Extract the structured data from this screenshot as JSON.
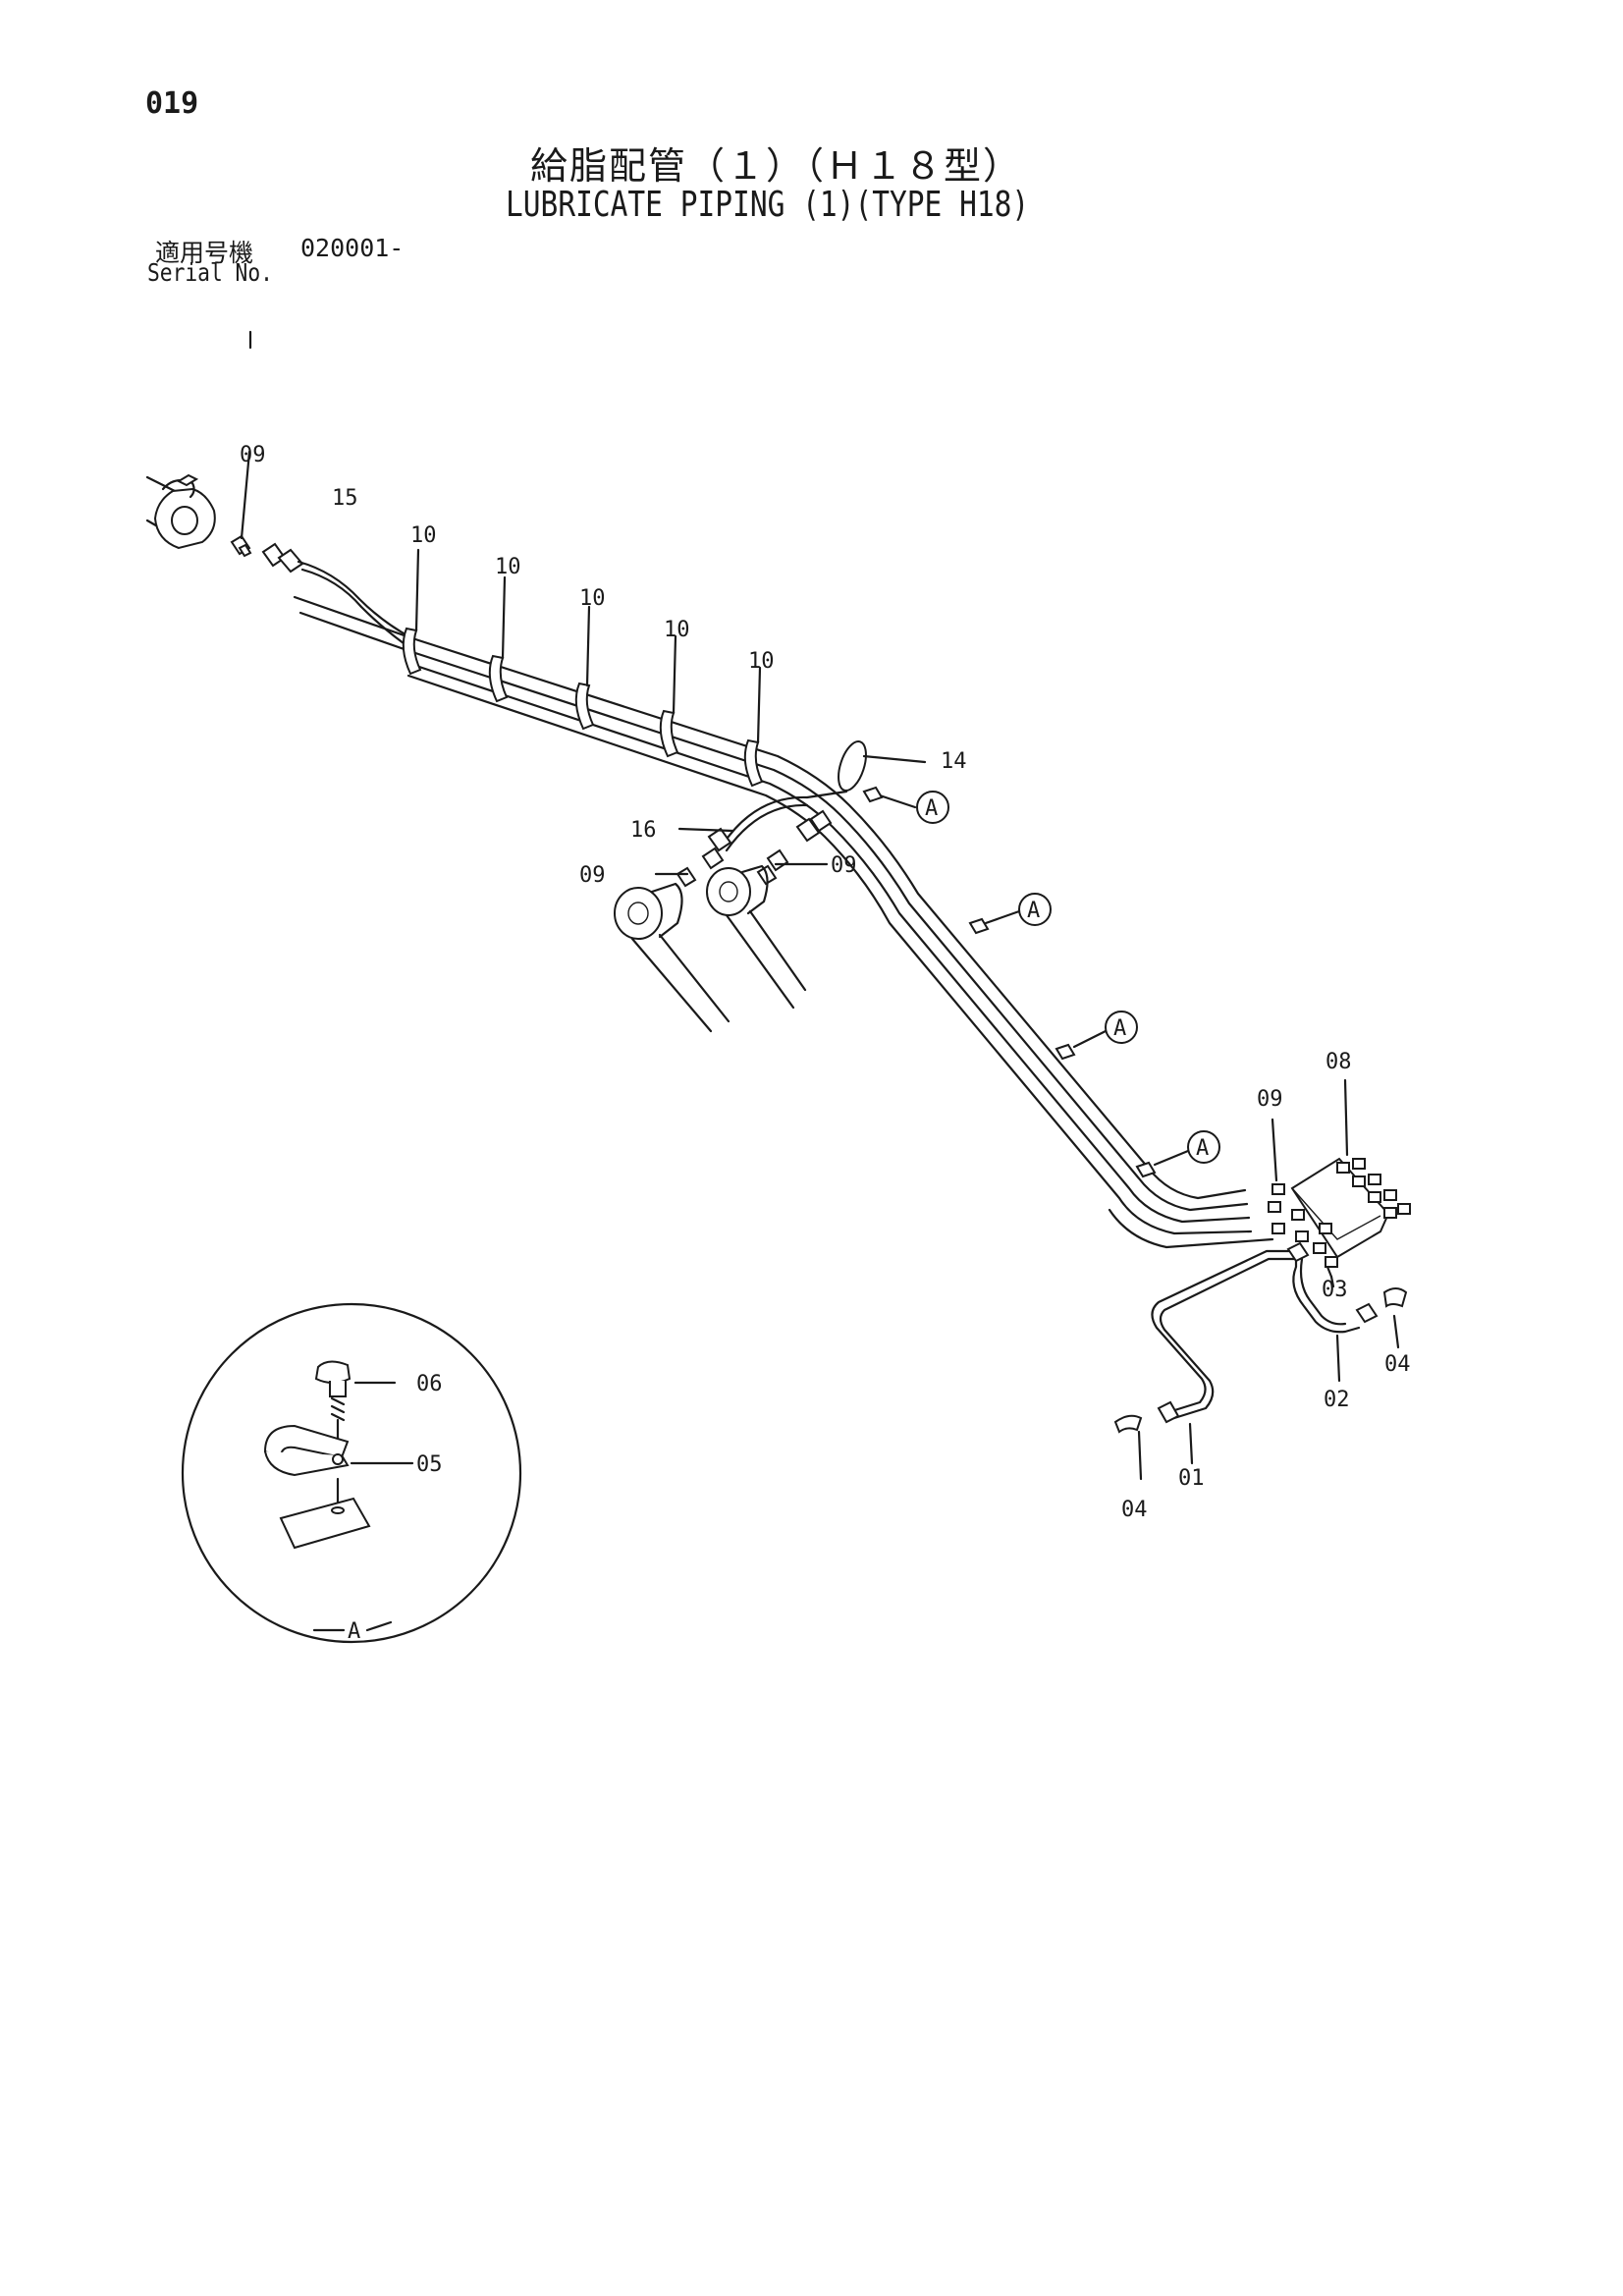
{
  "header": {
    "page_number": "019",
    "title_jp": "給脂配管（１）（Ｈ１８型）",
    "title_en": "LUBRICATE PIPING (1)(TYPE H18)",
    "serial_label_jp": "適用号機",
    "serial_value": "020001-",
    "serial_label_en": "Serial No."
  },
  "callouts": [
    {
      "id": "c09a",
      "label": "09"
    },
    {
      "id": "c15",
      "label": "15"
    },
    {
      "id": "c10a",
      "label": "10"
    },
    {
      "id": "c10b",
      "label": "10"
    },
    {
      "id": "c10c",
      "label": "10"
    },
    {
      "id": "c10d",
      "label": "10"
    },
    {
      "id": "c10e",
      "label": "10"
    },
    {
      "id": "c14",
      "label": "14"
    },
    {
      "id": "c16",
      "label": "16"
    },
    {
      "id": "c09b",
      "label": "09"
    },
    {
      "id": "c09c",
      "label": "09"
    },
    {
      "id": "c08",
      "label": "08"
    },
    {
      "id": "c09d",
      "label": "09"
    },
    {
      "id": "c03",
      "label": "03"
    },
    {
      "id": "c04a",
      "label": "04"
    },
    {
      "id": "c02",
      "label": "02"
    },
    {
      "id": "c01",
      "label": "01"
    },
    {
      "id": "c04b",
      "label": "04"
    },
    {
      "id": "c06",
      "label": "06"
    },
    {
      "id": "c05",
      "label": "05"
    },
    {
      "id": "cA",
      "label": "A"
    }
  ],
  "detail_markers": [
    "A",
    "A",
    "A",
    "A"
  ]
}
